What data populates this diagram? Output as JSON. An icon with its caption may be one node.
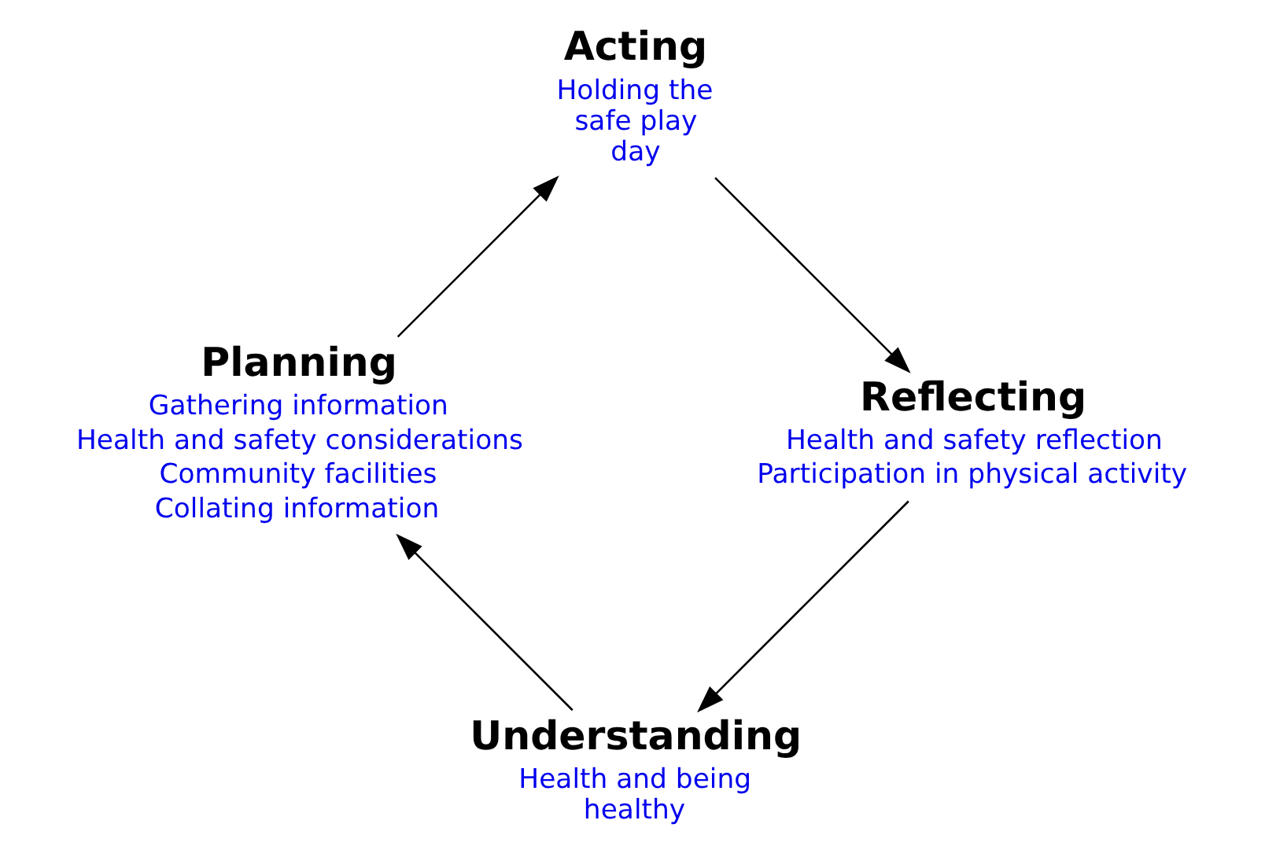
{
  "diagram": {
    "nodes": [
      {
        "text": [
          "Understanding",
          "Health and being healthy"
        ]
      },
      {
        "text": [
          "Planning",
          "Gathering information",
          "Health and safety considerations",
          "Community facilities",
          "Collating information"
        ]
      },
      {
        "text": [
          "Acting",
          "Holding the safe play day"
        ]
      },
      {
        "text": [
          "Reflecting",
          "Health and safety reflection",
          "Participation in physical activity"
        ]
      }
    ],
    "edges": [
      {
        "from": 0,
        "to": 1,
        "arrow": "to"
      },
      {
        "from": 1,
        "to": 2,
        "arrow": "to"
      },
      {
        "from": 2,
        "to": 3,
        "arrow": "to"
      },
      {
        "from": 3,
        "to": 0,
        "arrow": "to"
      }
    ]
  }
}
